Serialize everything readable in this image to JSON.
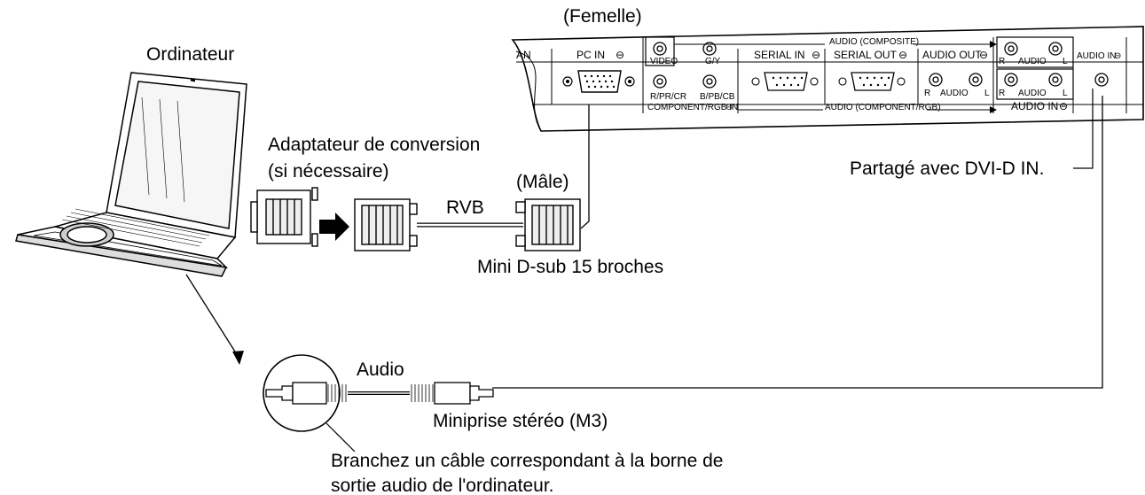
{
  "labels": {
    "femelle": "(Femelle)",
    "ordinateur": "Ordinateur",
    "adaptateur": "Adaptateur de conversion",
    "si_necessaire": "(si nécessaire)",
    "male": "(Mâle)",
    "rvb": "RVB",
    "minidsub": "Mini D-sub 15 broches",
    "partage": "Partagé avec DVI-D IN.",
    "audio": "Audio",
    "miniprise": "Miniprise stéréo (M3)",
    "branchez_1": "Branchez un câble correspondant à la borne de",
    "branchez_2": "sortie audio de l'ordinateur."
  },
  "panel": {
    "lan": "AN",
    "pc_in": "PC IN",
    "video": "VIDEO",
    "gy": "G/Y",
    "rprcr": "R/PR/CR",
    "bpbcb": "B/PB/CB",
    "component_rgb_in": "COMPONENT/RGB IN",
    "serial_in": "SERIAL IN",
    "serial_out": "SERIAL OUT",
    "audio_out": "AUDIO OUT",
    "audio_composite": "AUDIO (COMPOSITE)",
    "audio_component": "AUDIO (COMPONENT/RGB)",
    "audio_in": "AUDIO IN",
    "audio_in_top": "AUDIO IN",
    "r": "R",
    "audio_word": "AUDIO",
    "l": "L"
  }
}
